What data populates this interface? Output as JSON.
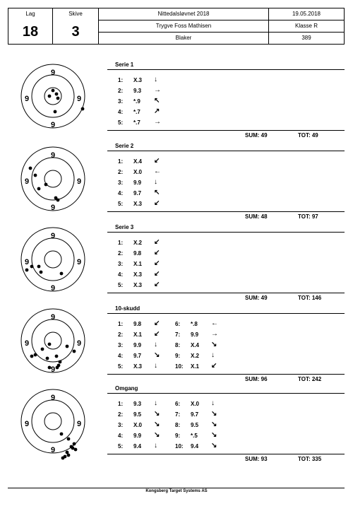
{
  "header": {
    "lag_label": "Lag",
    "lag_value": "18",
    "skive_label": "Skive",
    "skive_value": "3",
    "event": "Nittedalsløvnet 2018",
    "date": "19.05.2018",
    "shooter": "Trygve Foss Mathisen",
    "class": "Klasse R",
    "club": "Blaker",
    "number": "389"
  },
  "target_label": "9",
  "series": [
    {
      "title": "Serie 1",
      "shots": [
        {
          "n": "1:",
          "v": "X.3",
          "a": "↓"
        },
        {
          "n": "2:",
          "v": "9.3",
          "a": "→"
        },
        {
          "n": "3:",
          "v": "*.9",
          "a": "↖"
        },
        {
          "n": "4:",
          "v": "*.7",
          "a": "↗"
        },
        {
          "n": "5:",
          "v": "*.7",
          "a": "→"
        }
      ],
      "sum": "SUM: 49",
      "tot": "TOT: 49"
    },
    {
      "title": "Serie 2",
      "shots": [
        {
          "n": "1:",
          "v": "X.4",
          "a": "↙"
        },
        {
          "n": "2:",
          "v": "X.0",
          "a": "←"
        },
        {
          "n": "3:",
          "v": "9.9",
          "a": "↓"
        },
        {
          "n": "4:",
          "v": "9.7",
          "a": "↖"
        },
        {
          "n": "5:",
          "v": "X.3",
          "a": "↙"
        }
      ],
      "sum": "SUM: 48",
      "tot": "TOT: 97"
    },
    {
      "title": "Serie 3",
      "shots": [
        {
          "n": "1:",
          "v": "X.2",
          "a": "↙"
        },
        {
          "n": "2:",
          "v": "9.8",
          "a": "↙"
        },
        {
          "n": "3:",
          "v": "X.1",
          "a": "↙"
        },
        {
          "n": "4:",
          "v": "X.3",
          "a": "↙"
        },
        {
          "n": "5:",
          "v": "X.3",
          "a": "↙"
        }
      ],
      "sum": "SUM: 49",
      "tot": "TOT: 146"
    },
    {
      "title": "10-skudd",
      "shots": [
        {
          "n": "1:",
          "v": "9.8",
          "a": "↙"
        },
        {
          "n": "2:",
          "v": "X.1",
          "a": "↙"
        },
        {
          "n": "3:",
          "v": "9.9",
          "a": "↓"
        },
        {
          "n": "4:",
          "v": "9.7",
          "a": "↘"
        },
        {
          "n": "5:",
          "v": "X.3",
          "a": "↓"
        }
      ],
      "shots2": [
        {
          "n": "6:",
          "v": "*.8",
          "a": "←"
        },
        {
          "n": "7:",
          "v": "9.9",
          "a": "→"
        },
        {
          "n": "8:",
          "v": "X.4",
          "a": "↘"
        },
        {
          "n": "9:",
          "v": "X.2",
          "a": "↓"
        },
        {
          "n": "10:",
          "v": "X.1",
          "a": "↙"
        }
      ],
      "sum": "SUM: 96",
      "tot": "TOT: 242"
    },
    {
      "title": "Omgang",
      "shots": [
        {
          "n": "1:",
          "v": "9.3",
          "a": "↓"
        },
        {
          "n": "2:",
          "v": "9.5",
          "a": "↘"
        },
        {
          "n": "3:",
          "v": "X.0",
          "a": "↘"
        },
        {
          "n": "4:",
          "v": "9.9",
          "a": "↘"
        },
        {
          "n": "5:",
          "v": "9.4",
          "a": "↓"
        }
      ],
      "shots2": [
        {
          "n": "6:",
          "v": "X.0",
          "a": "↓"
        },
        {
          "n": "7:",
          "v": "9.7",
          "a": "↘"
        },
        {
          "n": "8:",
          "v": "9.5",
          "a": "↘"
        },
        {
          "n": "9:",
          "v": "*.5",
          "a": "↘"
        },
        {
          "n": "10:",
          "v": "9.4",
          "a": "↘"
        }
      ],
      "sum": "SUM: 93",
      "tot": "TOT: 335"
    }
  ],
  "footer": "Kongsberg Target Systems AS"
}
